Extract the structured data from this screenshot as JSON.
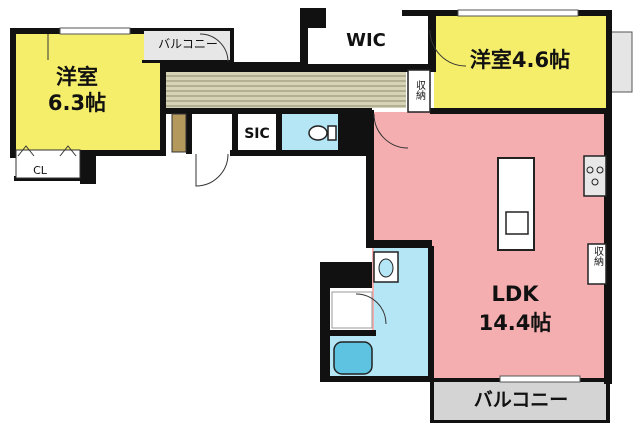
{
  "rooms": {
    "western_room_1": {
      "name": "洋室",
      "size": "6.3帖"
    },
    "western_room_2": {
      "name": "洋室4.6帖"
    },
    "ldk": {
      "name": "LDK",
      "size": "14.4帖"
    },
    "wic": {
      "name": "WIC"
    },
    "sic": {
      "name": "SIC"
    },
    "cl": {
      "name": "CL"
    },
    "balcony_small": {
      "name": "バルコニー"
    },
    "balcony_main": {
      "name": "バルコニー"
    },
    "storage_hall": {
      "name": "収納"
    },
    "storage_ldk": {
      "name": "収納"
    }
  },
  "colors": {
    "western_room": "#f5ee6b",
    "ldk": "#f5aeb0",
    "wet_area": "#b5e6f5",
    "balcony": "#d4d4d4",
    "hallway": "#d6d3b6",
    "wall": "#111111",
    "pillar": "#b39a5c"
  }
}
